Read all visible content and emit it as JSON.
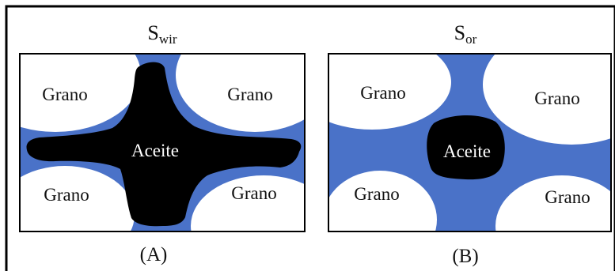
{
  "colors": {
    "water": "#4a72c8",
    "oil": "#000000",
    "grain": "#ffffff",
    "frame": "#000000"
  },
  "panel_a": {
    "title_main": "S",
    "title_sub": "wir",
    "grain_top_left": "Grano",
    "grain_top_right": "Grano",
    "grain_bottom_left": "Grano",
    "grain_bottom_right": "Grano",
    "oil_label": "Aceite",
    "caption": "(A)"
  },
  "panel_b": {
    "title_main": "S",
    "title_sub": "or",
    "grain_top_left": "Grano",
    "grain_top_right": "Grano",
    "grain_bottom_left": "Grano",
    "grain_bottom_right": "Grano",
    "oil_label": "Aceite",
    "caption": "(B)"
  }
}
